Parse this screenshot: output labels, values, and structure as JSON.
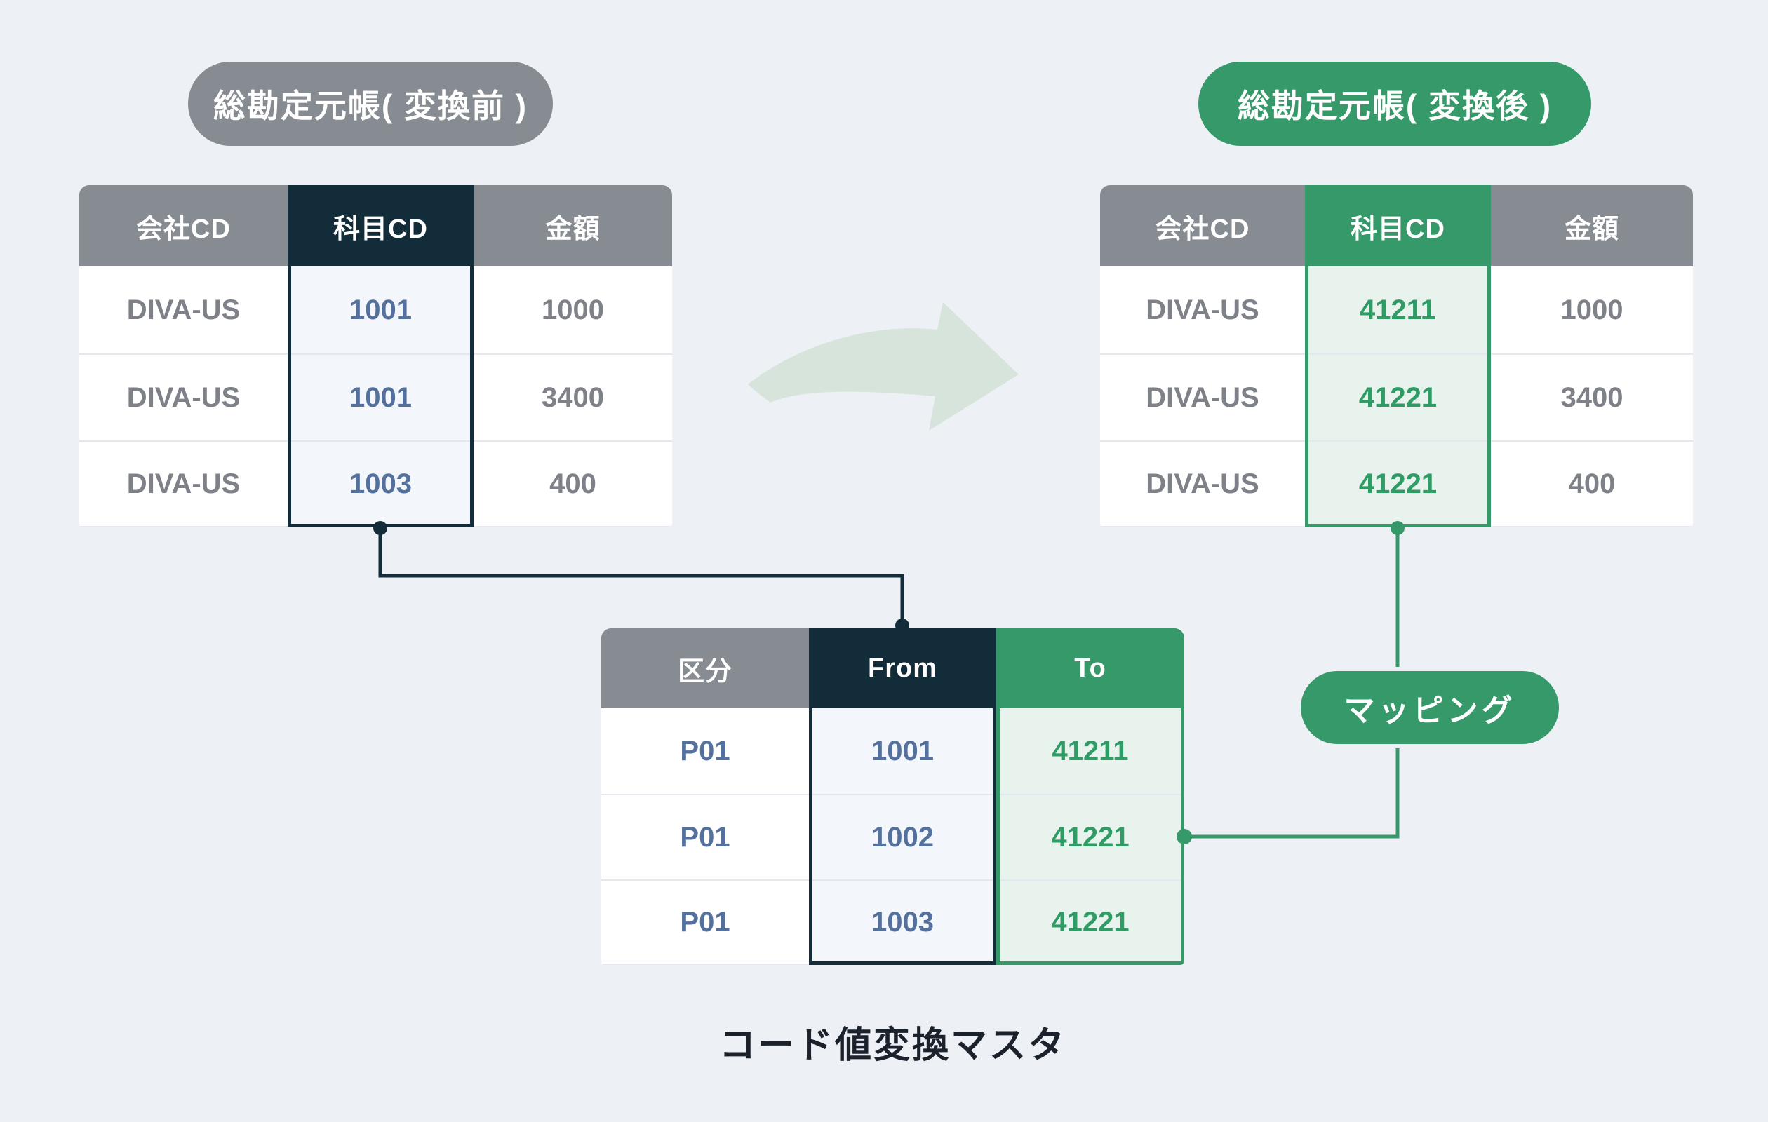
{
  "colors": {
    "background": "#edf0f5",
    "gray_header": "#878b92",
    "dark_navy": "#132c3a",
    "green": "#36996a",
    "green_cell_bg": "#e9f3ed",
    "blue_cell_bg": "#f3f6fb",
    "blue_text": "#54719d",
    "green_text": "#2f9b65",
    "gray_text": "#7e8288",
    "arrow_fill": "#d7e4db",
    "caption_text": "#1b222c"
  },
  "badges": {
    "before": "総勘定元帳( 変換前 )",
    "after": "総勘定元帳( 変換後 )",
    "mapping": "マッピング"
  },
  "caption": "コード値変換マスタ",
  "tables": {
    "before": {
      "headers": [
        "会社CD",
        "科目CD",
        "金額"
      ],
      "rows": [
        [
          "DIVA-US",
          "1001",
          "1000"
        ],
        [
          "DIVA-US",
          "1001",
          "3400"
        ],
        [
          "DIVA-US",
          "1003",
          "400"
        ]
      ]
    },
    "after": {
      "headers": [
        "会社CD",
        "科目CD",
        "金額"
      ],
      "rows": [
        [
          "DIVA-US",
          "41211",
          "1000"
        ],
        [
          "DIVA-US",
          "41221",
          "3400"
        ],
        [
          "DIVA-US",
          "41221",
          "400"
        ]
      ]
    },
    "mapping": {
      "headers": [
        "区分",
        "From",
        "To"
      ],
      "rows": [
        [
          "P01",
          "1001",
          "41211"
        ],
        [
          "P01",
          "1002",
          "41221"
        ],
        [
          "P01",
          "1003",
          "41221"
        ]
      ]
    }
  }
}
